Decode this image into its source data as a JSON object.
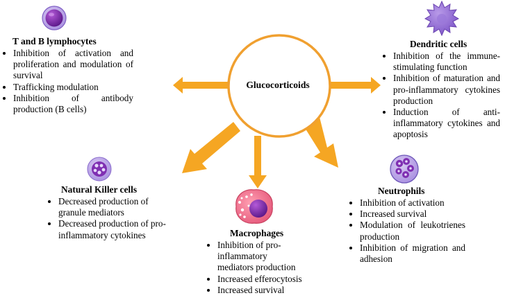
{
  "center": {
    "label": "Glucocorticoids"
  },
  "colors": {
    "arrow": "#f5a623",
    "circle_stroke": "#f0a030",
    "cell_purple": "#7a2fa8",
    "cell_light": "#c3b3ec",
    "macrophage_pink": "#f27a93"
  },
  "groups": {
    "t_b_lymphocytes": {
      "title": "T and B lymphocytes",
      "items": [
        "Inhibition of activation and proliferation and modulation of survival",
        "Trafficking modulation",
        "Inhibition of antibody production (B cells)"
      ],
      "icon": "lymphocyte-cell-icon"
    },
    "dendritic_cells": {
      "title": "Dendritic cells",
      "items": [
        "Inhibition of the immune-stimulating function",
        "Inhibition of maturation and pro-inflammatory cytokines production",
        "Induction of anti-inflammatory cytokines and apoptosis"
      ],
      "icon": "dendritic-cell-icon"
    },
    "natural_killer_cells": {
      "title": "Natural Killer cells",
      "items": [
        "Decreased production of granule mediators",
        "Decreased production of pro-inflammatory cytokines"
      ],
      "icon": "nk-cell-icon"
    },
    "macrophages": {
      "title": "Macrophages",
      "items": [
        "Inhibition of pro-inflammatory mediators production",
        "Increased efferocytosis",
        "Increased survival"
      ],
      "icon": "macrophage-cell-icon"
    },
    "neutrophils": {
      "title": "Neutrophils",
      "items": [
        "Inhibition of activation",
        "Increased survival",
        "Modulation of leukotrienes production",
        "Inhibition of migration and adhesion"
      ],
      "icon": "neutrophil-cell-icon"
    }
  }
}
